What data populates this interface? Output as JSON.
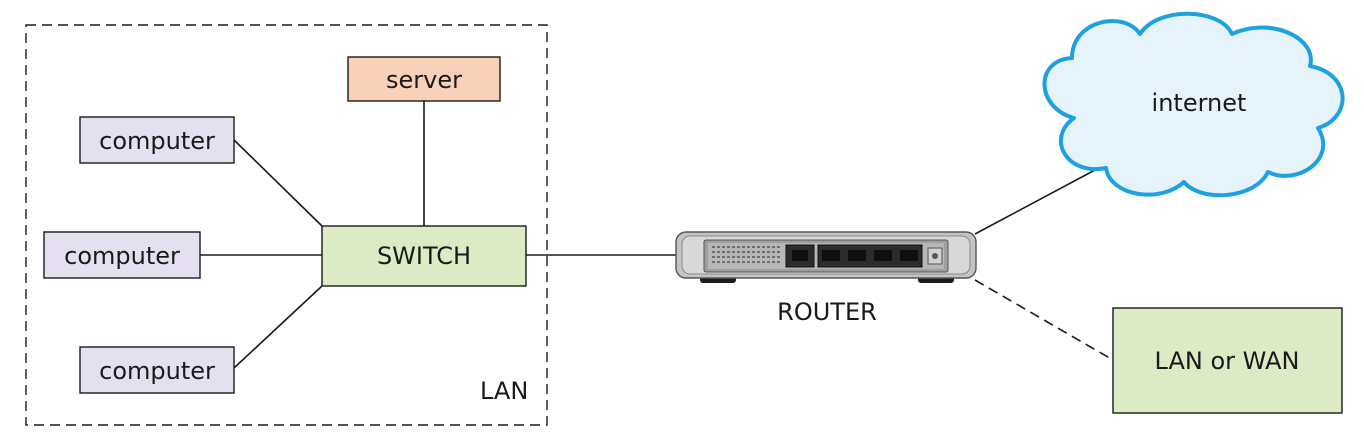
{
  "nodes": {
    "server": "server",
    "computer_top": "computer",
    "computer_middle": "computer",
    "computer_bottom": "computer",
    "switch": "SWITCH",
    "lan_region": "LAN",
    "router": "ROUTER",
    "internet": "internet",
    "lan_or_wan": "LAN or WAN"
  },
  "colors": {
    "computer_fill": "#e5e0f0",
    "server_fill": "#f9d0b8",
    "switch_fill": "#dcebc4",
    "lan_or_wan_fill": "#dcebc4",
    "cloud_fill": "#e6f3fb",
    "cloud_stroke": "#1ea1e0",
    "router_body": "#c9c9c9"
  }
}
